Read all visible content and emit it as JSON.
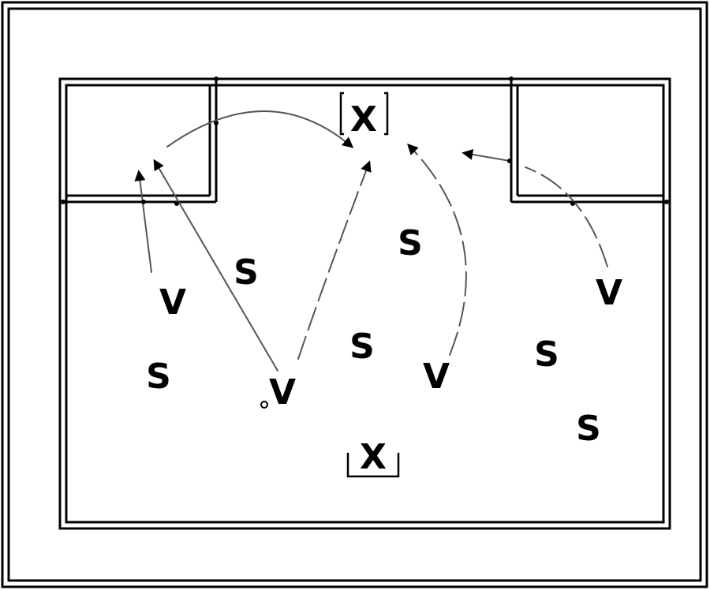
{
  "diagram": {
    "labels": {
      "v": "V",
      "s": "S",
      "x": "X"
    },
    "colors": {
      "line": "#000000",
      "background": "#ffffff",
      "arrow": "#555555"
    }
  }
}
